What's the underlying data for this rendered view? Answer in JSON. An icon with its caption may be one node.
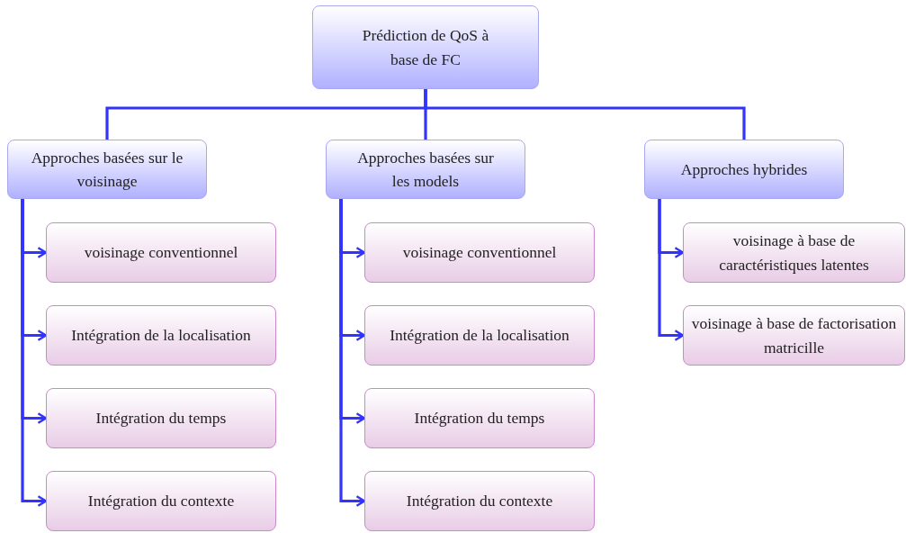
{
  "diagram": {
    "nodes": [
      {
        "text": [
          "Prédiction de QoS à base de FC"
        ]
      },
      {
        "text": [
          "Approches basées sur le voisinage"
        ]
      },
      {
        "text": [
          "Approches basées sur les models"
        ]
      },
      {
        "text": [
          "Approches hybrides"
        ]
      },
      {
        "text": [
          "voisinage conventionnel"
        ]
      },
      {
        "text": [
          "Intégration de la localisation"
        ]
      },
      {
        "text": [
          "Intégration du temps"
        ]
      },
      {
        "text": [
          "Intégration du contexte"
        ]
      },
      {
        "text": [
          "voisinage conventionnel"
        ]
      },
      {
        "text": [
          "Intégration de la localisation"
        ]
      },
      {
        "text": [
          "Intégration du temps"
        ]
      },
      {
        "text": [
          "Intégration du contexte"
        ]
      },
      {
        "text": [
          "voisinage à base de caractéristiques latentes"
        ]
      },
      {
        "text": [
          "voisinage à base de factorisation matricille"
        ]
      }
    ],
    "edges": [
      {
        "from": 0,
        "to": 1,
        "arrow": "none"
      },
      {
        "from": 0,
        "to": 2,
        "arrow": "none"
      },
      {
        "from": 0,
        "to": 3,
        "arrow": "none"
      },
      {
        "from": 1,
        "to": 4,
        "arrow": "to"
      },
      {
        "from": 1,
        "to": 5,
        "arrow": "to"
      },
      {
        "from": 1,
        "to": 6,
        "arrow": "to"
      },
      {
        "from": 1,
        "to": 7,
        "arrow": "to"
      },
      {
        "from": 2,
        "to": 8,
        "arrow": "to"
      },
      {
        "from": 2,
        "to": 9,
        "arrow": "to"
      },
      {
        "from": 2,
        "to": 10,
        "arrow": "to"
      },
      {
        "from": 2,
        "to": 11,
        "arrow": "to"
      },
      {
        "from": 3,
        "to": 12,
        "arrow": "to"
      },
      {
        "from": 3,
        "to": 13,
        "arrow": "to"
      }
    ]
  }
}
